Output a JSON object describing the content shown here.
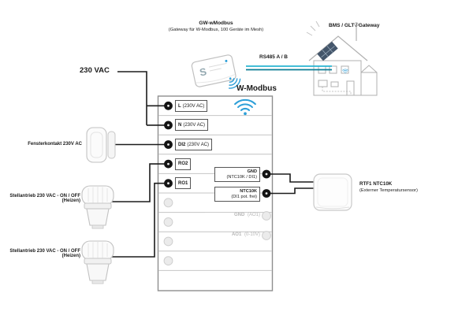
{
  "supply_label": "230 VAC",
  "wireless_label": "W-Modbus",
  "gateway": {
    "title": "GW-wModbus",
    "subtitle": "(Gateway für W-Modbus, 100 Geräte im Mesh)",
    "logo": "S"
  },
  "bus": {
    "label": "RS485 A / B"
  },
  "building": {
    "label": "BMS / GLT / Gateway"
  },
  "left_devices": [
    {
      "label": "Fensterkontakt 230V AC",
      "sub": ""
    },
    {
      "label": "Stellantrieb 230 VAC - ON / OFF",
      "sub": "(Heizen)"
    },
    {
      "label": "Stellantrieb 230 VAC - ON / OFF",
      "sub": "(Heizen)"
    }
  ],
  "right_device": {
    "label": "RTF1 NTC10K",
    "sub": "(Externer Temperatursensor)"
  },
  "terminals": {
    "left": [
      {
        "name": "L",
        "sub": "(230V AC)"
      },
      {
        "name": "N",
        "sub": "(230V AC)"
      },
      {
        "name": "DI2",
        "sub": "(230V AC)"
      },
      {
        "name": "RO2",
        "sub": ""
      },
      {
        "name": "RO1",
        "sub": ""
      }
    ],
    "right_active": [
      {
        "name": "GND",
        "sub": "(NTC10K / DI1)"
      },
      {
        "name": "NTC10K",
        "sub": "(DI1 pot. frei)"
      }
    ],
    "right_inactive": [
      {
        "name": "GND",
        "sub": "(AO1)"
      },
      {
        "name": "AO1",
        "sub": "(0-10V)"
      }
    ]
  },
  "colors": {
    "accent_blue": "#2d9fd8",
    "rs485_a": "#29b5d2",
    "rs485_b": "#0d7d95",
    "wire": "#1c1c1c",
    "inactive_text": "#b6b6b6"
  }
}
